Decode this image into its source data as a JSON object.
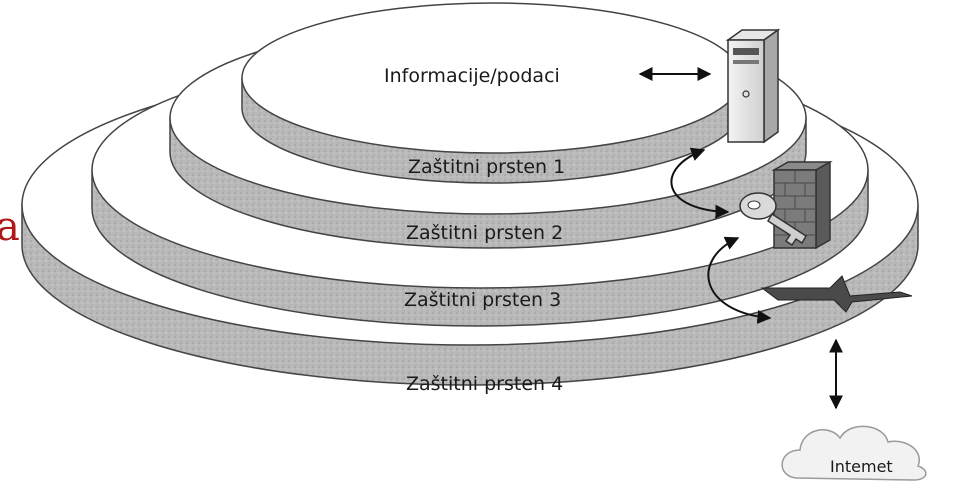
{
  "core": {
    "label": "Informacije/podaci"
  },
  "rings": [
    {
      "label": "Zaštitni prsten 1"
    },
    {
      "label": "Zaštitni prsten 2"
    },
    {
      "label": "Zaštitni prsten 3"
    },
    {
      "label": "Zaštitni prsten 4"
    }
  ],
  "internet": {
    "label": "Intemet"
  },
  "edge_fragment": "a",
  "icons": [
    "server-icon",
    "firewall-icon",
    "key-icon",
    "lightning-icon",
    "cloud-icon"
  ],
  "colors": {
    "disc_top": "#ffffff",
    "disc_side": "#b8b8b8",
    "outline": "#2a2a2a",
    "fragment": "#b01818"
  }
}
